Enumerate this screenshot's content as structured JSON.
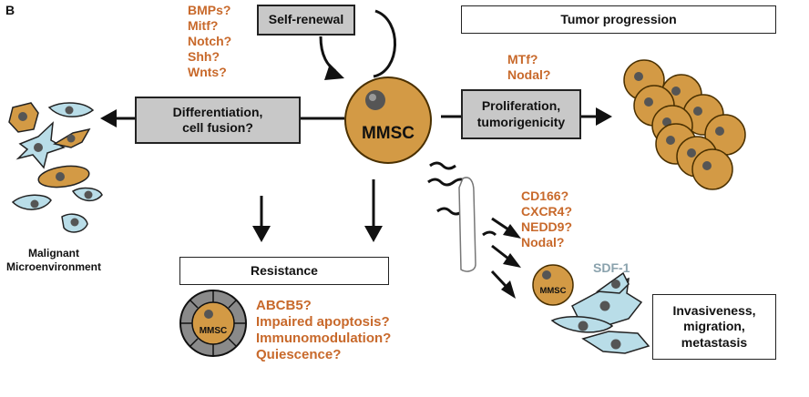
{
  "panel_letter": "B",
  "colors": {
    "cell_fill": "#d39a45",
    "cell_stroke": "#4a3000",
    "nucleus": "#555555",
    "pale_cell": "#b9dde8",
    "box_grey": "#c8c8c8",
    "gene_text": "#c8692b",
    "sdf_text": "#8aa2ad"
  },
  "self_renewal": {
    "title": "Self-renewal",
    "factors": [
      "BMPs?",
      "Mitf?",
      "Notch?",
      "Shh?",
      "Wnts?"
    ]
  },
  "center_cell": {
    "label": "MMSC"
  },
  "tumor_progression": {
    "title": "Tumor progression",
    "factors": [
      "MTf?",
      "Nodal?"
    ],
    "box_line1": "Proliferation,",
    "box_line2": "tumorigenicity"
  },
  "differentiation": {
    "line1": "Differentiation,",
    "line2": "cell fusion?"
  },
  "microenvironment": {
    "line1": "Malignant",
    "line2": "Microenvironment"
  },
  "resistance": {
    "title": "Resistance",
    "cell_label": "MMSC",
    "factors": [
      "ABCB5?",
      "Impaired apoptosis?",
      "Immunomodulation?",
      "Quiescence?"
    ]
  },
  "invasion": {
    "factors": [
      "CD166?",
      "CXCR4?",
      "NEDD9?",
      "Nodal?"
    ],
    "cell_label": "MMSC",
    "sdf_label": "SDF-1",
    "box_line1": "Invasiveness,",
    "box_line2": "migration,",
    "box_line3": "metastasis"
  }
}
